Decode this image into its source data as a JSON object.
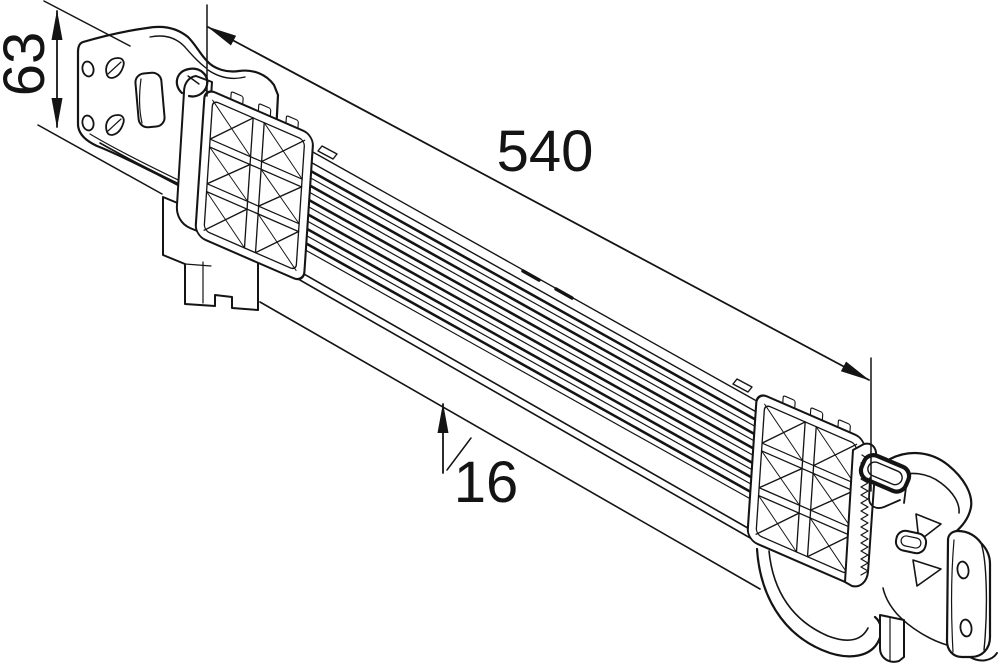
{
  "page": {
    "background": "#ffffff",
    "ink": "#141414",
    "kind": "isometric technical dimension drawing"
  },
  "drawing": {
    "dimensions": {
      "height": {
        "label": "63",
        "orientation": "vertical, left side, rotated text"
      },
      "length": {
        "label": "540",
        "orientation": "diagonal along part length"
      },
      "depth": {
        "label": "16",
        "orientation": "leader arrow pointing up at tube stack"
      }
    }
  }
}
